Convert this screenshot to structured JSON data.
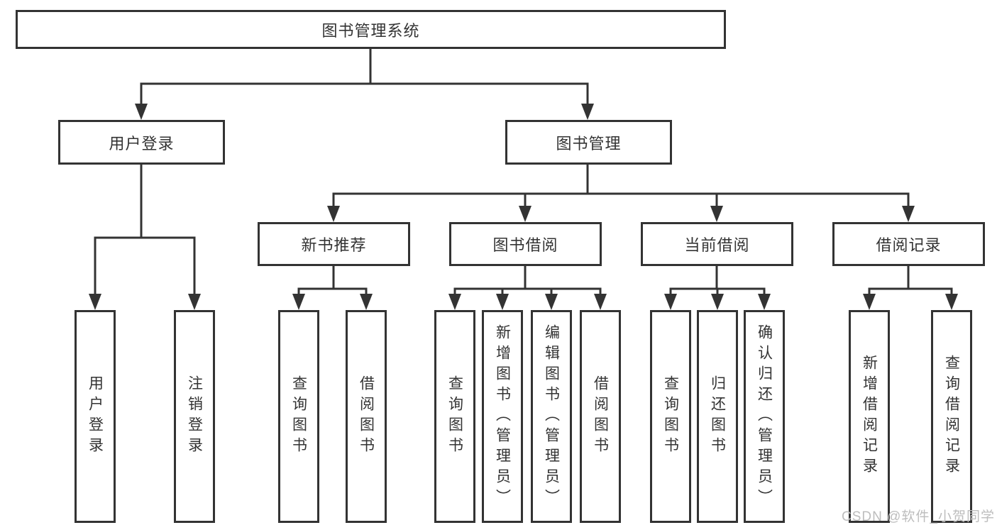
{
  "diagram": {
    "title": "图书管理系统",
    "level2": [
      {
        "label": "用户登录"
      },
      {
        "label": "图书管理"
      }
    ],
    "level3": [
      {
        "label": "新书推荐"
      },
      {
        "label": "图书借阅"
      },
      {
        "label": "当前借阅"
      },
      {
        "label": "借阅记录"
      }
    ],
    "leaves": [
      {
        "label": "用户登录"
      },
      {
        "label": "注销登录"
      },
      {
        "label": "查询图书"
      },
      {
        "label": "借阅图书"
      },
      {
        "label": "查询图书"
      },
      {
        "label": "新增图书（管理员）"
      },
      {
        "label": "编辑图书（管理员）"
      },
      {
        "label": "借阅图书"
      },
      {
        "label": "查询图书"
      },
      {
        "label": "归还图书"
      },
      {
        "label": "确认归还（管理员）"
      },
      {
        "label": "新增借阅记录"
      },
      {
        "label": "查询借阅记录"
      }
    ]
  },
  "watermark": {
    "text": "CSDN @软件_小贺同学"
  },
  "colors": {
    "line": "#333333",
    "box_border": "#333333",
    "box_fill": "#ffffff",
    "text": "#333333",
    "watermark": "#bdbdbd"
  }
}
